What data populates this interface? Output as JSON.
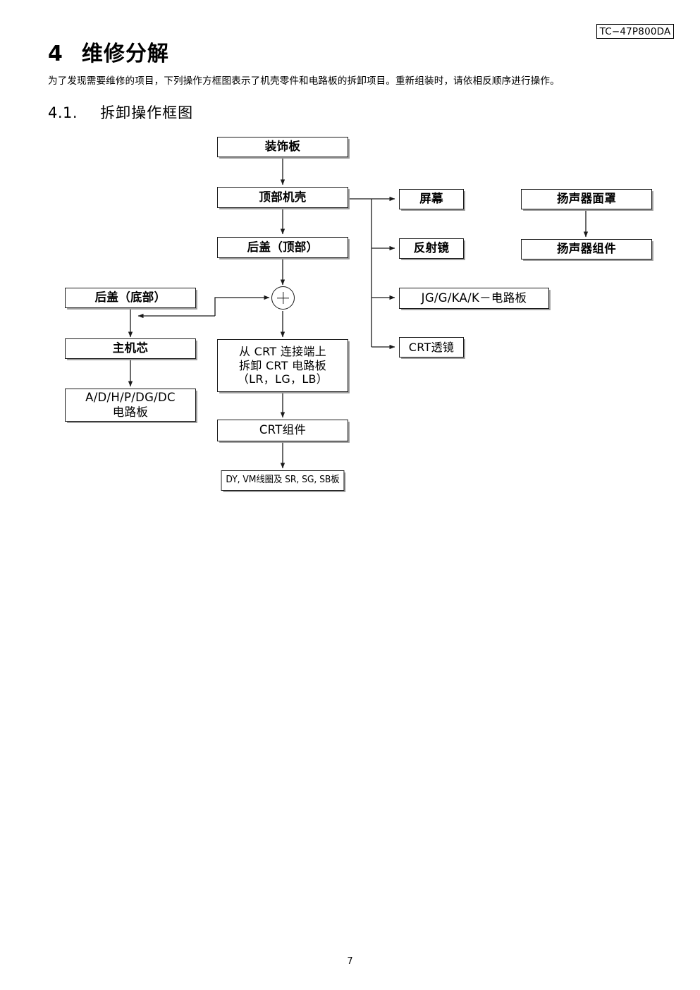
{
  "header": {
    "model_badge": "TC−47P800DA"
  },
  "section": {
    "number": "4",
    "title": "维修分解",
    "intro": "为了发现需要维修的项目，下列操作方框图表示了机壳零件和电路板的拆卸项目。重新组装时，请依相反顺序进行操作。",
    "subsection_number": "4.1.",
    "subsection_title": "拆卸操作框图"
  },
  "flowchart": {
    "nodes": [
      {
        "id": "decor_panel",
        "label": "装饰板"
      },
      {
        "id": "top_cabinet",
        "label": "顶部机壳"
      },
      {
        "id": "back_cover_top",
        "label": "后盖（顶部）"
      },
      {
        "id": "back_cover_bot",
        "label": "后盖（底部）"
      },
      {
        "id": "main_chassis",
        "label": "主机芯"
      },
      {
        "id": "adhp_board",
        "label": "A/D/H/P/DG/DC\n电路板"
      },
      {
        "id": "crt_remove",
        "label": "从 CRT 连接端上\n拆卸 CRT 电路板\n（LR，LG，LB）"
      },
      {
        "id": "crt_assembly",
        "label": "CRT组件"
      },
      {
        "id": "dy_vm_board",
        "label": "DY, VM线圈及 SR, SG, SB板"
      },
      {
        "id": "screen",
        "label": "屏幕"
      },
      {
        "id": "mirror",
        "label": "反射镜"
      },
      {
        "id": "jg_board",
        "label": "JG/G/KA/K－电路板"
      },
      {
        "id": "crt_lens",
        "label": "CRT透镜"
      },
      {
        "id": "speaker_grille",
        "label": "扬声器面罩"
      },
      {
        "id": "speaker_assy",
        "label": "扬声器组件"
      }
    ],
    "junction_symbol": "+"
  },
  "footer": {
    "page_number": "7"
  },
  "colors": {
    "text": "#000000",
    "box_border": "#1a1a1a",
    "box_shadow": "#9a9a9a",
    "background": "#ffffff"
  }
}
